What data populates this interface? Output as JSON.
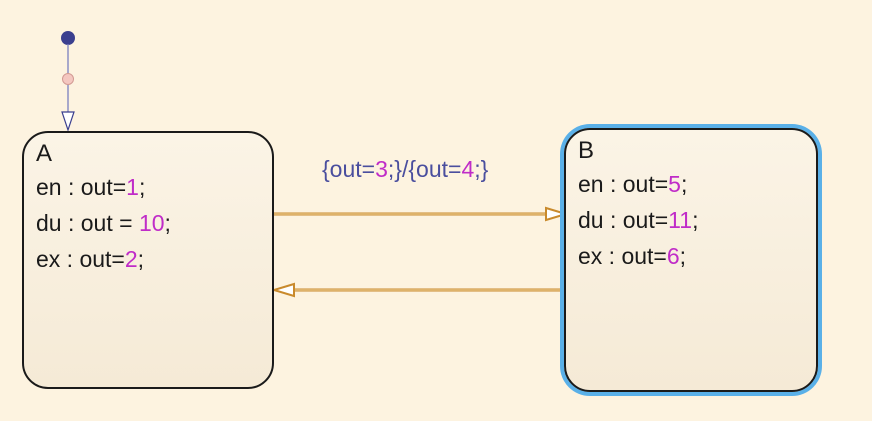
{
  "diagram": {
    "states": [
      {
        "name": "A",
        "actions": [
          {
            "prefix": "en : out=",
            "value": "1",
            "suffix": ";"
          },
          {
            "prefix": "du : out = ",
            "value": "10",
            "suffix": ";"
          },
          {
            "prefix": "ex : out=",
            "value": "2",
            "suffix": ";"
          }
        ]
      },
      {
        "name": "B",
        "actions": [
          {
            "prefix": "en : out=",
            "value": "5",
            "suffix": ";"
          },
          {
            "prefix": "du : out=",
            "value": "11",
            "suffix": ";"
          },
          {
            "prefix": "ex : out=",
            "value": "6",
            "suffix": ";"
          }
        ]
      }
    ],
    "transition_label": {
      "part1": "{out=",
      "value1": "3",
      "part2": ";}/{out=",
      "value2": "4",
      "part3": ";}"
    },
    "colors": {
      "background": "#fdf3e0",
      "state_border": "#1a1a1a",
      "selected_highlight": "#5ab0e8",
      "transition": "#c98a2c",
      "number": "#c02cc8",
      "label_text": "#4a4e9e",
      "default_transition": "#3b3f8f"
    }
  }
}
